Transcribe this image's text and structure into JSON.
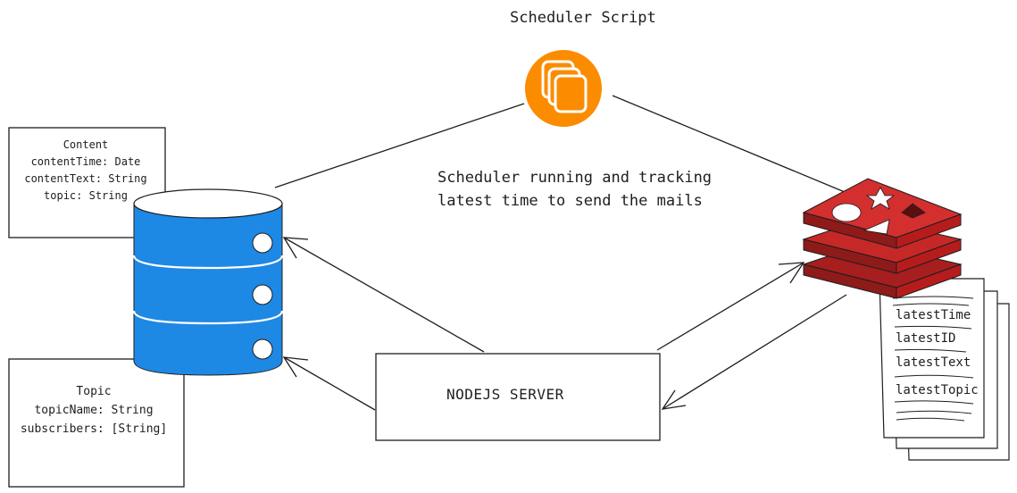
{
  "scheduler": {
    "title": "Scheduler Script"
  },
  "note": {
    "lines": [
      "Scheduler running and tracking",
      "latest time to send the mails"
    ]
  },
  "server": {
    "label": "NODEJS SERVER"
  },
  "content_box": {
    "title": "Content",
    "fields": [
      "contentTime: Date",
      "contentText: String",
      "topic: String"
    ]
  },
  "topic_box": {
    "title": "Topic",
    "fields": [
      "topicName: String",
      "subscribers: [String]"
    ]
  },
  "redis_doc": {
    "fields": [
      "latestTime",
      "latestID",
      "latestText",
      "latestTopic"
    ]
  },
  "colors": {
    "database": "#1e88e5",
    "scheduler": "#fb8c00",
    "redis": "#c62828",
    "stroke": "#1e1e1e"
  },
  "icons": [
    "database-icon",
    "scheduler-icon",
    "redis-icon",
    "document-icon"
  ]
}
